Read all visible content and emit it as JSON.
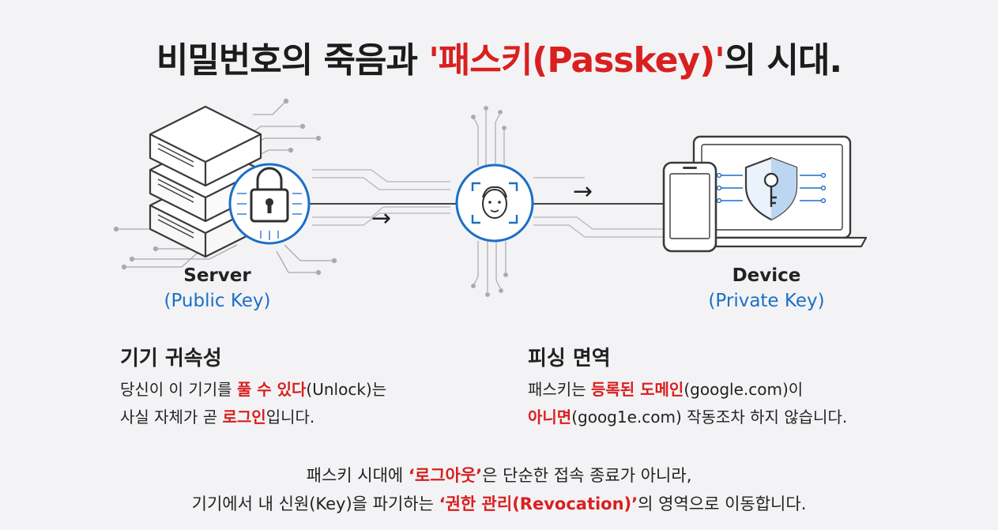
{
  "title": {
    "part1": "비밀번호의 죽음과 ",
    "highlight": "'패스키(Passkey)'",
    "part2": "의 시대."
  },
  "server": {
    "name": "Server",
    "key": "(Public Key)"
  },
  "device": {
    "name": "Device",
    "key": "(Private Key)"
  },
  "arrow_glyph": "→",
  "section_left": {
    "heading": "기기 귀속성",
    "line1_pre": "당신이 이 기기를 ",
    "line1_hl": "풀 수 있다",
    "line1_post": "(Unlock)는",
    "line2_pre": "사실 자체가 곧 ",
    "line2_hl": "로그인",
    "line2_post": "입니다."
  },
  "section_right": {
    "heading": "피싱 면역",
    "line1_pre": "패스키는 ",
    "line1_hl": "등록된 도메인",
    "line1_post": "(google.com)이",
    "line2_hl": "아니면",
    "line2_post": "(goog1e.com) 작동조차 하지 않습니다."
  },
  "footer": {
    "line1_pre": "패스키 시대에 ",
    "line1_hl": "‘로그아웃’",
    "line1_post": "은 단순한 접속 종료가 아니라,",
    "line2_pre": "기기에서 내 신원(Key)을 파기하는 ",
    "line2_hl": "‘권한 관리(Revocation)’",
    "line2_post": "의 영역으로 이동합니다."
  },
  "colors": {
    "accent_red": "#d8201f",
    "accent_blue": "#1c6fc6",
    "background": "#f3f3f5"
  },
  "icons": [
    "server-icon",
    "padlock-icon",
    "face-scan-icon",
    "smartphone-icon",
    "laptop-icon",
    "shield-key-icon",
    "arrow-right-icon"
  ]
}
